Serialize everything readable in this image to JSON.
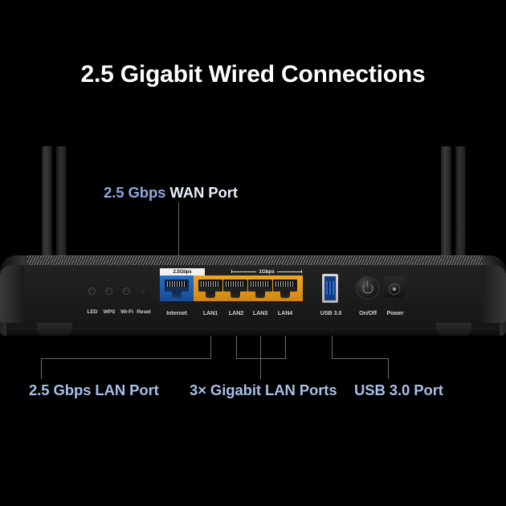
{
  "headline": "2.5 Gigabit Wired Connections",
  "callouts": {
    "wan": {
      "highlight": "2.5 Gbps",
      "rest": " WAN Port"
    },
    "lan_25": "2.5 Gbps LAN Port",
    "lan_gigabit": "3× Gigabit LAN Ports",
    "usb": "USB 3.0 Port"
  },
  "colors": {
    "background": "#000000",
    "headline": "#ffffff",
    "callout_blue": "#8fa9dd",
    "callout_light": "#a8bfe8",
    "wan_port": "#1f5cb0",
    "lan_port": "#e1941a",
    "usb_port": "#123c86",
    "leader_line": "#6a6a6a"
  },
  "device": {
    "speed_badges": {
      "wan": "2.5Gbps",
      "lan": "1Gbps"
    },
    "buttons": [
      {
        "label": "LED",
        "icon": "round-button-icon"
      },
      {
        "label": "WPS",
        "icon": "round-button-icon"
      },
      {
        "label": "Wi-Fi",
        "icon": "round-button-icon"
      },
      {
        "label": "Reset",
        "icon": "pinhole-icon"
      }
    ],
    "ports": [
      {
        "label": "Internet",
        "type": "rj45",
        "color": "blue"
      },
      {
        "label": "LAN1",
        "type": "rj45",
        "color": "orange"
      },
      {
        "label": "LAN2",
        "type": "rj45",
        "color": "orange"
      },
      {
        "label": "LAN3",
        "type": "rj45",
        "color": "orange"
      },
      {
        "label": "LAN4",
        "type": "rj45",
        "color": "orange"
      }
    ],
    "extras": [
      {
        "label": "USB 3.0",
        "type": "usb-a-icon"
      },
      {
        "label": "On/Off",
        "type": "power-button-icon"
      },
      {
        "label": "Power",
        "type": "dc-jack-icon"
      }
    ]
  }
}
